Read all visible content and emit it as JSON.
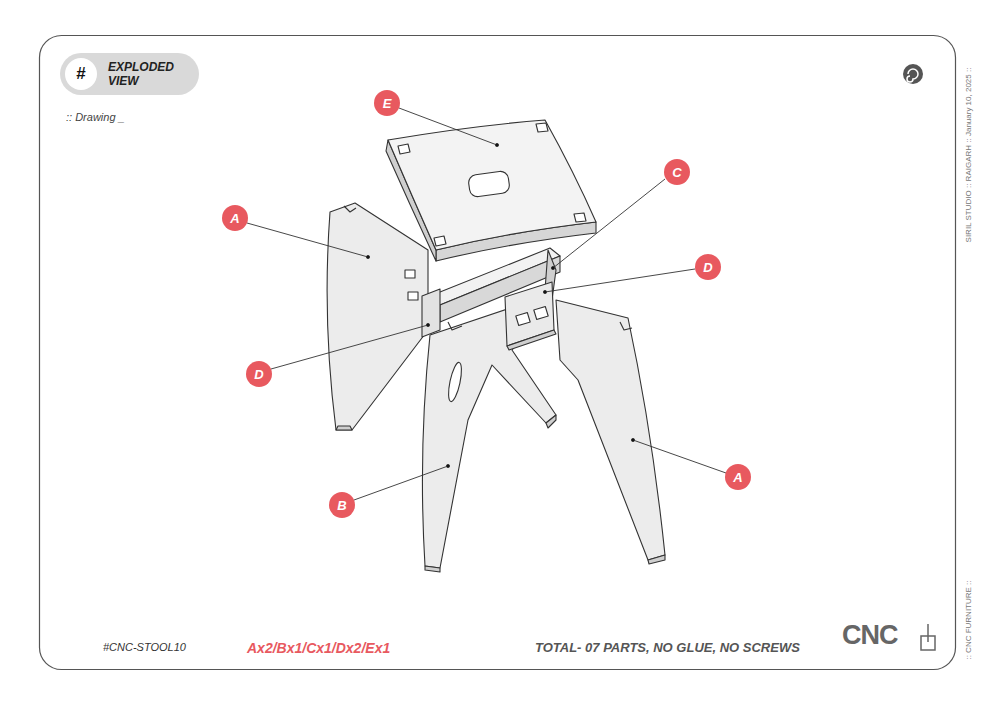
{
  "diagram": {
    "nodes": [
      {
        "text": [
          "EXPLODED VIEW"
        ]
      },
      {
        "text": [
          "#"
        ],
        "in": 0
      },
      {
        "text": [
          "E"
        ]
      },
      {
        "text": [
          "C"
        ]
      },
      {
        "text": [
          "A"
        ]
      },
      {
        "text": [
          "D"
        ]
      },
      {
        "text": [
          "D"
        ]
      },
      {
        "text": [
          "A"
        ]
      },
      {
        "text": [
          "B"
        ]
      }
    ],
    "labels": [
      ":: Drawing _",
      "#CNC-STOOL10",
      "Ax2/Bx1/Cx1/Dx2/Ex1",
      "TOTAL- 07 PARTS, NO GLUE, NO SCREWS",
      "CNC",
      "SIRIL STUDIO :: RAIGARH :: January 10, 2025 ::",
      ":: CNC FURNITURE ::"
    ]
  }
}
